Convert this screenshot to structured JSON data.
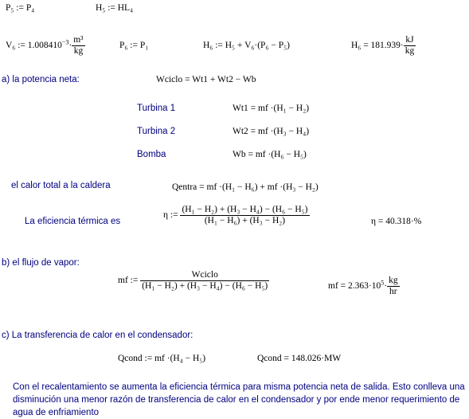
{
  "worksheet": {
    "line_p5": "P₅ := P₄",
    "line_h5": "H₅ := HL₄",
    "line_p6": "P₆ := P₁",
    "line_h6_def": "H₆ := H₅ + V₆·(P₆ − P₅)",
    "v6_lhs": "V₆ := 1.008410",
    "v6_exp": "−3",
    "v6_unit_num": "m³",
    "v6_unit_den": "kg",
    "h6_result": "H₆ = 181.939·",
    "h6_unit_num": "kJ",
    "h6_unit_den": "kg",
    "section_a": "a) la potencia neta:",
    "wciclo_def": "Wciclo = Wt1 + Wt2 − Wb",
    "turbina1_label": "Turbina 1",
    "turbina1_eq": "Wt1 = mf ·(H₁ − H₂)",
    "turbina2_label": "Turbina 2",
    "turbina2_eq": "Wt2 = mf ·(H₃ − H₄)",
    "bomba_label": "Bomba",
    "bomba_eq": "Wb = mf ·(H₆ − H₅)",
    "calor_label": "el calor total a la caldera",
    "qentra_eq": "Qentra = mf ·(H₁ − H₆) + mf ·(H₃ − H₂)",
    "eficiencia_label": "La eficiencia térmica es",
    "eta_lhs": "η :=",
    "eta_num": "(H₁ − H₂) + (H₃ − H₄) − (H₆ − H₅)",
    "eta_den": "(H₁ − H₆) + (H₃ − H₂)",
    "eta_result": "η = 40.318·%",
    "section_b": "b) el flujo de vapor:",
    "mf_lhs": "mf :=",
    "mf_num": "Wciclo",
    "mf_den": "(H₁ − H₂) + (H₃ − H₄) − (H₆ − H₅)",
    "mf_result": "mf = 2.363·10",
    "mf_exp": "5",
    "mf_unit_num": "kg",
    "mf_unit_den": "hr",
    "section_c": "c) La transferencia de calor en el condensador:",
    "qcond_def": "Qcond := mf ·(H₄ − H₅)",
    "qcond_result": "Qcond = 148.026·MW",
    "conclusion": "Con el recalentamiento se aumenta la eficiencia térmica para misma potencia neta de salida. Esto conlleva una disminución una menor razón de transferencia de calor en el condensador y por ende menor requerimiento de agua de enfriamiento"
  },
  "colors": {
    "text": "#000000",
    "label_blue": "#000080",
    "background": "#ffffff"
  }
}
